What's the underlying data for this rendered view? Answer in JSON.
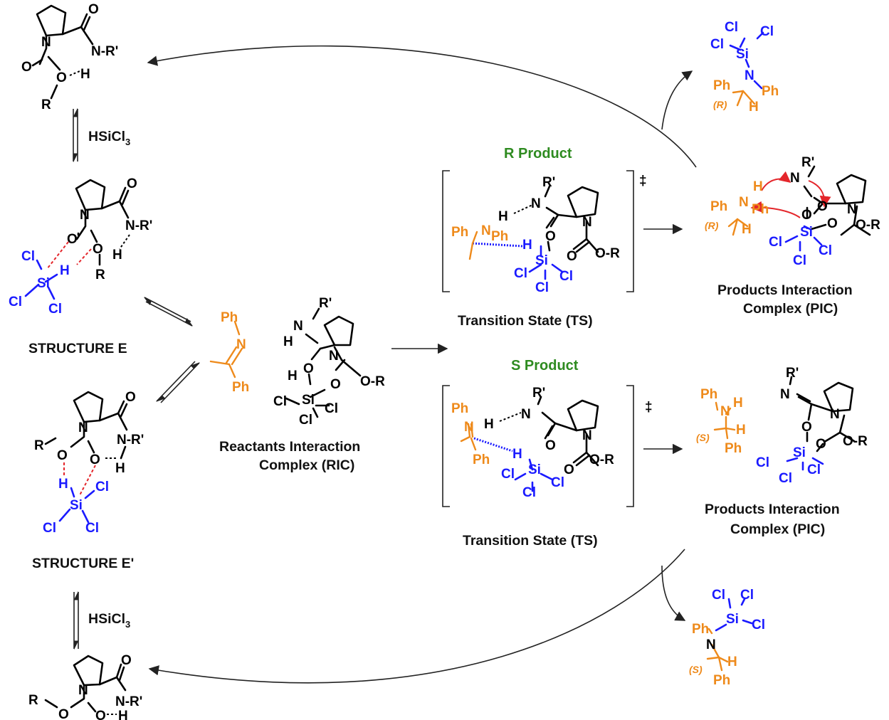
{
  "colors": {
    "black": "#000000",
    "orange": "#ee8a1b",
    "blue": "#1a1aff",
    "green": "#2e8b20",
    "red": "#e4262b"
  },
  "labels": {
    "structure_e": "STRUCTURE E",
    "structure_e_prime": "STRUCTURE E'",
    "ric_line1": "Reactants Interaction",
    "ric_line2": "Complex (RIC)",
    "r_product": "R Product",
    "s_product": "S Product",
    "ts_r": "Transition State (TS)",
    "ts_s": "Transition State (TS)",
    "pic_r_line1": "Products Interaction",
    "pic_r_line2": "Complex (PIC)",
    "pic_s_line1": "Products Interaction",
    "pic_s_line2": "Complex (PIC)",
    "reagent_top": "HSiCl",
    "reagent_bottom": "HSiCl",
    "reagent_sub": "3",
    "dagger": "‡"
  },
  "atoms": {
    "N": "N",
    "O": "O",
    "H": "H",
    "R": "R",
    "Rp": "R'",
    "Si": "Si",
    "Cl": "Cl",
    "Ph": "Ph",
    "NR": "N-R'",
    "OR": "O-R",
    "R_stereo": "(R)",
    "S_stereo": "(S)"
  }
}
